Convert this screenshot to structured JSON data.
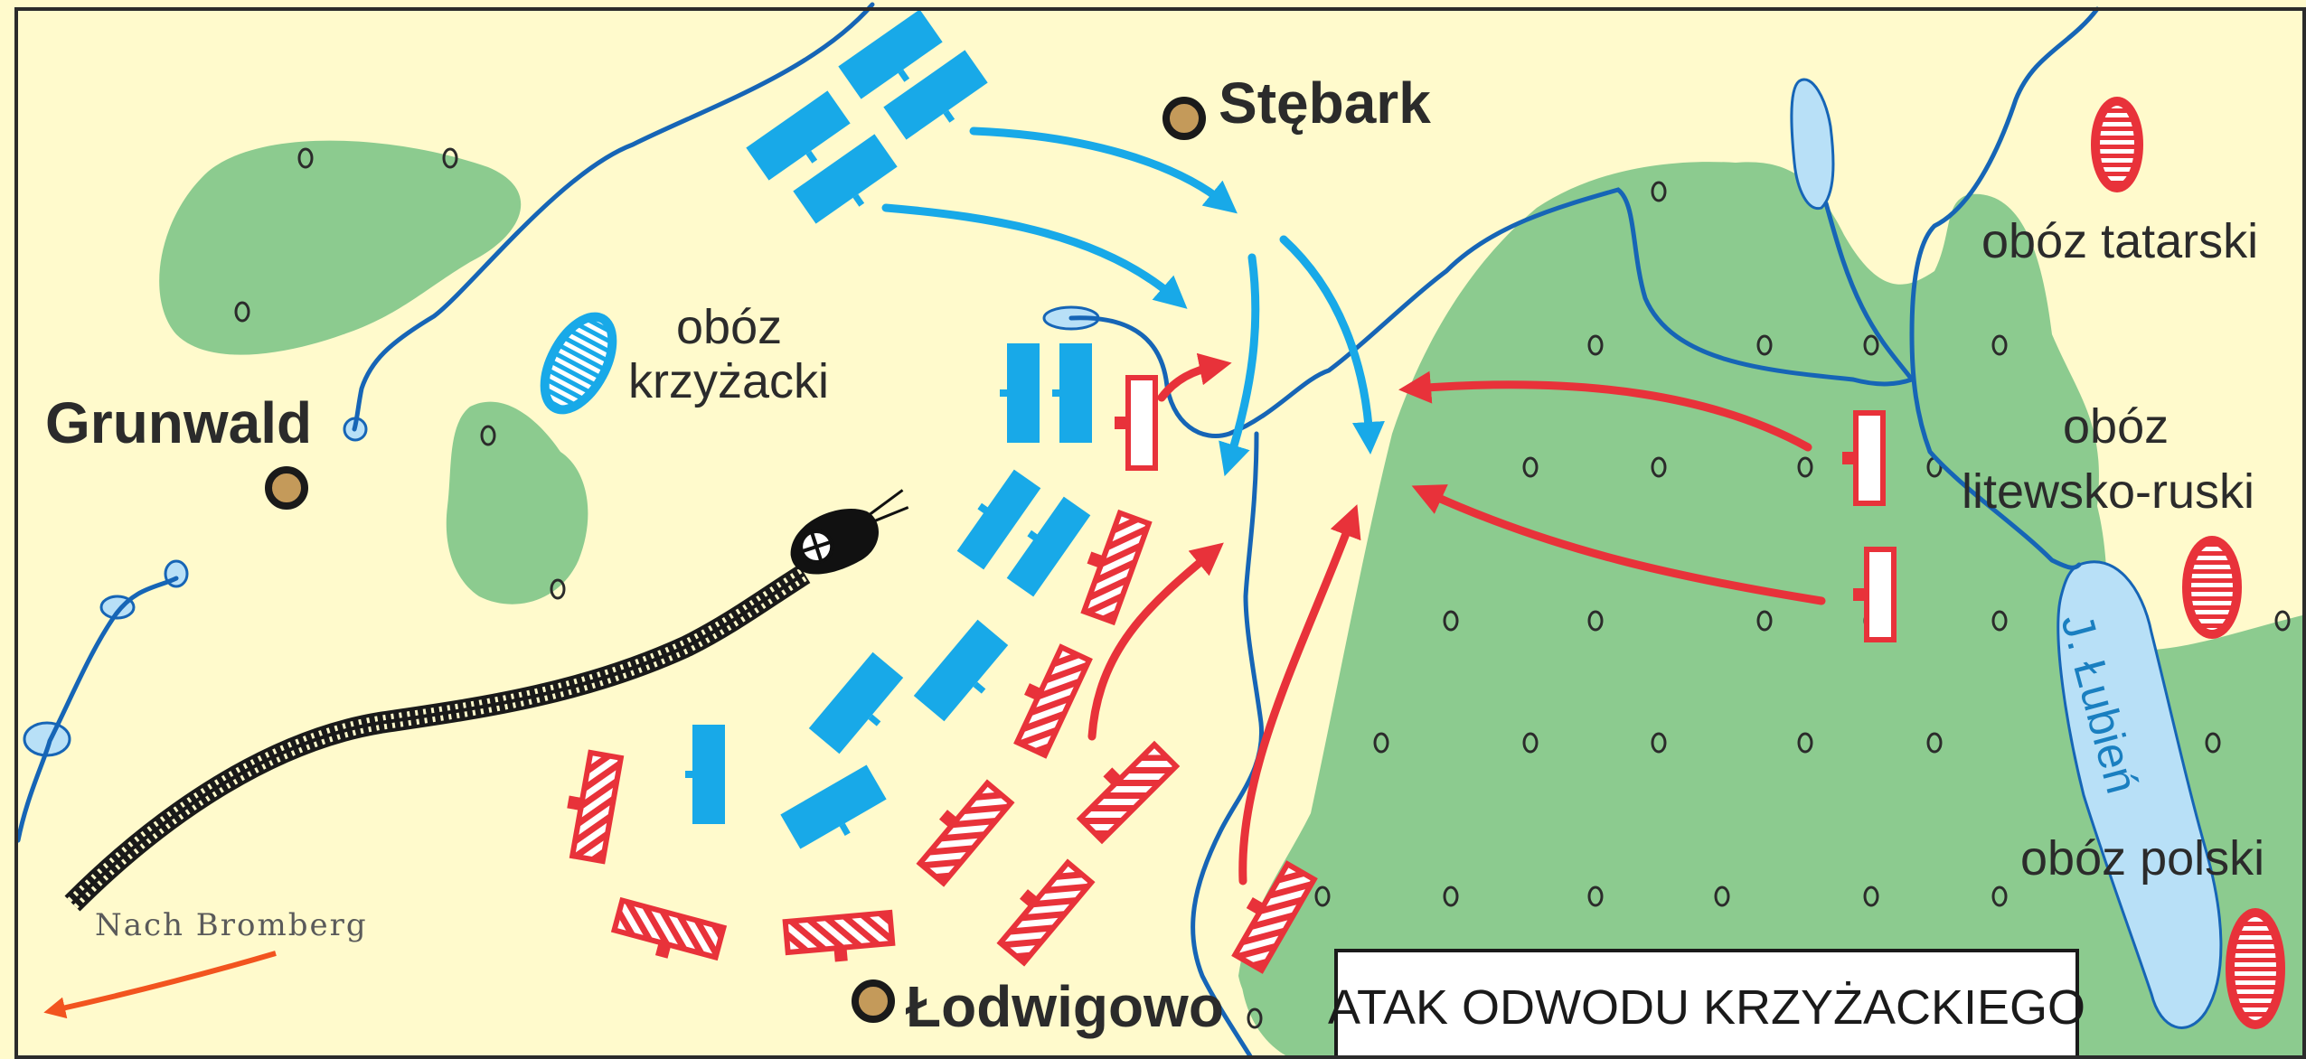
{
  "map": {
    "title": "ATAK ODWODU KRZYŻACKIEGO",
    "towns": {
      "grunwald": "Grunwald",
      "stebark": "Stębark",
      "lodwigowo": "Łodwigowo"
    },
    "camps": {
      "teutonic_line1": "obóz",
      "teutonic_line2": "krzyżacki",
      "tatar": "obóz tatarski",
      "lithuanian_line1": "obóz",
      "lithuanian_line2": "litewsko-ruski",
      "polish": "obóz polski"
    },
    "lake": "J. Łubień",
    "direction_label": "Nach Bromberg",
    "colors": {
      "background": "#fffacc",
      "forest": "#8ccb8f",
      "water": "#b8e0f7",
      "river": "#1665b6",
      "teutonic": "#18a9e8",
      "polish_lithuanian": "#e8323a",
      "direction_arrow": "#f2541f"
    },
    "legend_markers": [
      "town-marker-icon",
      "forest-tree-icon",
      "train-icon"
    ]
  }
}
